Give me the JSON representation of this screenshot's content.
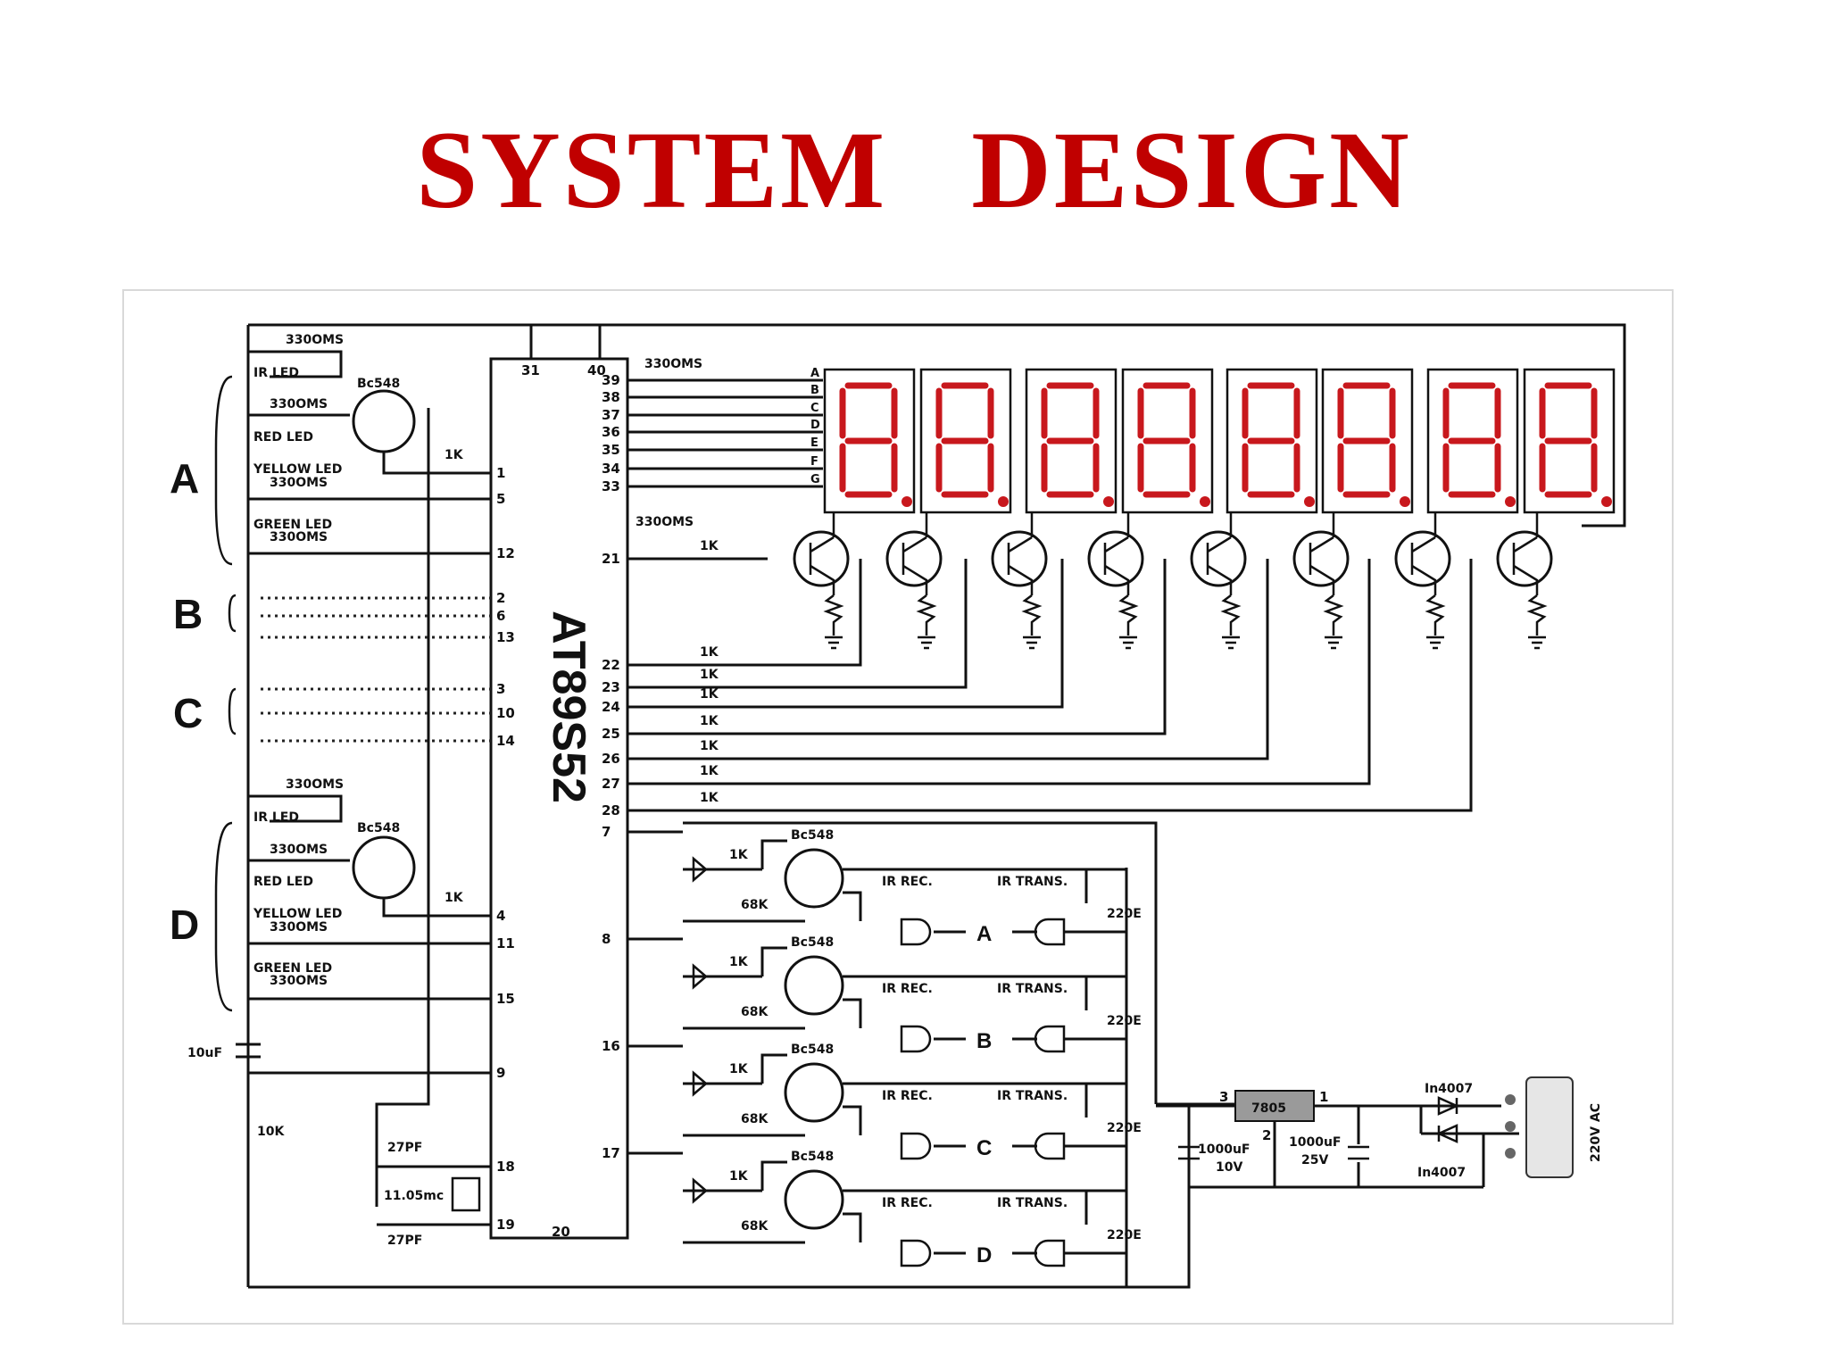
{
  "title": "SYSTEM   DESIGN",
  "groups": [
    "A",
    "B",
    "C",
    "D"
  ],
  "led_labels": {
    "ir": "IR LED",
    "red": "RED LED",
    "yellow": "YELLOW LED",
    "green": "GREEN LED",
    "res330": "330OMS"
  },
  "transistor": "Bc548",
  "mcu": {
    "name": "AT89S52",
    "pins_top": [
      "31",
      "40"
    ],
    "pins_left": [
      "1",
      "5",
      "12",
      "2",
      "6",
      "13",
      "3",
      "10",
      "14",
      "4",
      "11",
      "15",
      "9",
      "18",
      "19"
    ],
    "pins_right_segments": [
      "39",
      "38",
      "37",
      "36",
      "35",
      "34",
      "33"
    ],
    "pins_right_digits": [
      "21",
      "22",
      "23",
      "24",
      "25",
      "26",
      "27",
      "28"
    ],
    "pins_right_sensors": [
      "7",
      "8",
      "16",
      "17"
    ],
    "pin_bottom": "20"
  },
  "segment_letters": [
    "A",
    "B",
    "C",
    "D",
    "E",
    "F",
    "G"
  ],
  "components": {
    "res_1k": "1K",
    "res_68k": "68K",
    "res_10k": "10K",
    "res_220e": "220E",
    "res_330_seg": "330OMS",
    "cap_10uf": "10uF",
    "cap_27pf": "27PF",
    "crystal": "11.05mc",
    "ir_rec": "IR REC.",
    "ir_trans": "IR TRANS.",
    "regulator": "7805",
    "reg_pins": [
      "3",
      "1",
      "2"
    ],
    "cap_1000_10v": [
      "1000uF",
      "10V"
    ],
    "cap_1000_25v": [
      "1000uF",
      "25V"
    ],
    "diode": "In4007",
    "mains": "220V AC"
  },
  "colors": {
    "title": "#c00000",
    "segment": "#c8181d",
    "wire": "#111111"
  }
}
